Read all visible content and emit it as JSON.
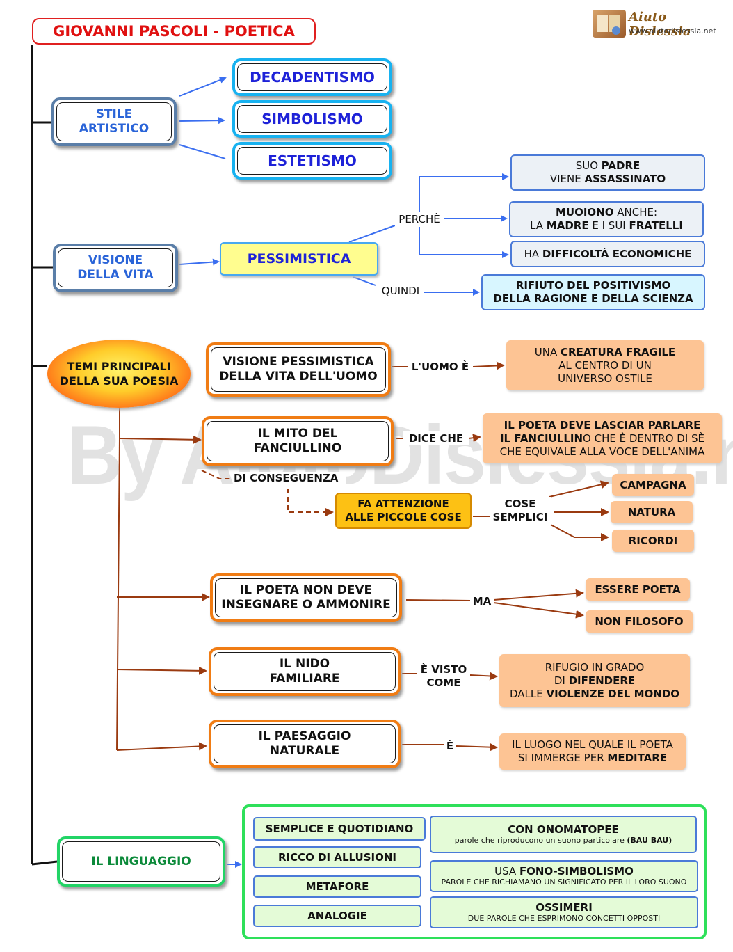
{
  "title": "GIOVANNI PASCOLI - POETICA",
  "logo": {
    "brand": "Aiuto Dislessia",
    "url": "www.aiutodislessia.net",
    "icon": "book-icon"
  },
  "watermark": "By AiutoDislessia.net",
  "stile": {
    "label_1": "STILE",
    "label_2": "ARTISTICO",
    "items": [
      "DECADENTISMO",
      "SIMBOLISMO",
      "ESTETISMO"
    ]
  },
  "visione": {
    "label_1": "VISIONE",
    "label_2": "DELLA VITA",
    "main": "PESSIMISTICA",
    "perche_label": "PERCHÈ",
    "quindi_label": "QUINDI",
    "reason1": {
      "a": "SUO ",
      "b": "PADRE",
      "c": "VIENE ",
      "d": "ASSASSINATO"
    },
    "reason2": {
      "a": "MUOIONO",
      "b": " ANCHE:",
      "c": "LA ",
      "d": "MADRE",
      "e": " E I SUI ",
      "f": "FRATELLI"
    },
    "reason3": {
      "a": "HA ",
      "b": "DIFFICOLTÀ ECONOMICHE"
    },
    "result_1": "RIFIUTO DEL POSITIVISMO",
    "result_2": "DELLA RAGIONE E DELLA SCIENZA"
  },
  "temi": {
    "label_1": "TEMI PRINCIPALI",
    "label_2": "DELLA SUA POESIA",
    "t1": {
      "l1": "VISIONE PESSIMISTICA",
      "l2": "DELLA VITA DELL'UOMO",
      "conn": "L'UOMO È",
      "r_a": "UNA ",
      "r_b": "CREATURA FRAGILE",
      "r_c": "AL CENTRO DI UN",
      "r_d": "UNIVERSO OSTILE"
    },
    "t2": {
      "l1": "IL MITO DEL",
      "l2": "FANCIULLINO",
      "conn": "DICE CHE",
      "r_1": "IL POETA DEVE LASCIAR PARLARE",
      "r_2a": "IL FANCIULLIN",
      "r_2b": "O CHE È DENTRO DI SÈ",
      "r_3": "CHE EQUIVALE ALLA VOCE DELL'ANIMA",
      "cons": "DI CONSEGUENZA",
      "att_1": "FA ATTENZIONE",
      "att_2": "ALLE PICCOLE COSE",
      "cose_1": "COSE",
      "cose_2": "SEMPLICI",
      "items": [
        "CAMPAGNA",
        "NATURA",
        "RICORDI"
      ]
    },
    "t3": {
      "l1": "IL POETA NON DEVE",
      "l2": "INSEGNARE O AMMONIRE",
      "conn": "MA",
      "items": [
        "ESSERE POETA",
        "NON FILOSOFO"
      ]
    },
    "t4": {
      "l1": "IL NIDO",
      "l2": "FAMILIARE",
      "conn_1": "È VISTO",
      "conn_2": "COME",
      "r_a": "RIFUGIO IN GRADO",
      "r_b": "DI ",
      "r_c": "DIFENDERE",
      "r_d": "DALLE ",
      "r_e": "VIOLENZE DEL MONDO"
    },
    "t5": {
      "l1": "IL PAESAGGIO",
      "l2": "NATURALE",
      "conn": "È",
      "r_a": "IL LUOGO NEL QUALE IL POETA",
      "r_b": "SI IMMERGE PER ",
      "r_c": "MEDITARE"
    }
  },
  "linguaggio": {
    "label": "IL LINGUAGGIO",
    "left_items": [
      "SEMPLICE E QUOTIDIANO",
      "RICCO DI ALLUSIONI",
      "METAFORE",
      "ANALOGIE"
    ],
    "ono_title": "CON ONOMATOPEE",
    "ono_sub_a": "parole  che riproducono un suono particolare ",
    "ono_sub_b": "(BAU BAU)",
    "fono_a": "USA ",
    "fono_b": "FONO-SIMBOLISMO",
    "fono_sub": "PAROLE CHE RICHIAMANO UN SIGNIFICATO PER IL LORO SUONO",
    "oss_title": "OSSIMERI",
    "oss_sub": "DUE PAROLE CHE ESPRIMONO CONCETTI OPPOSTI"
  },
  "colors": {
    "title_red": "#e01010",
    "blue_arrow": "#3a6ef0",
    "brown_arrow": "#9a3a10",
    "orange": "#f07c14",
    "green": "#22d466"
  }
}
